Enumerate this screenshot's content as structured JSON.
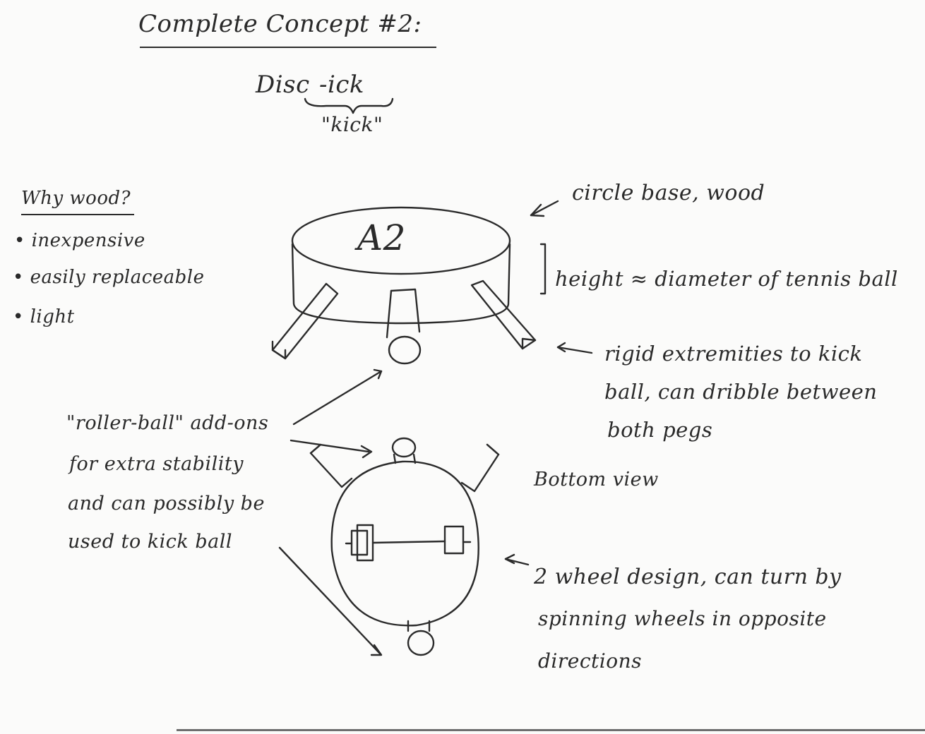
{
  "title": "Complete Concept #2:",
  "name": {
    "main": "Disc-ick",
    "part_prefix": "Disc",
    "part_suffix": "-ick",
    "pronunciation": "\"kick\""
  },
  "why_wood": {
    "heading": "Why wood?",
    "items": [
      "inexpensive",
      "easily replaceable",
      "light"
    ]
  },
  "top_view": {
    "disc_label": "A2"
  },
  "annotations": {
    "circle_base": "circle base, wood",
    "height": "height ≈ diameter of tennis ball",
    "extremities": [
      "rigid extremities to kick",
      "ball, can dribble between",
      "both pegs"
    ],
    "bottom_view": "Bottom view",
    "roller_ball": [
      "\"roller-ball\" add-ons",
      "for extra stability",
      "and can possibly be",
      "used to kick ball"
    ],
    "wheel_design": [
      "2 wheel design, can turn by",
      "spinning wheels in opposite",
      "directions"
    ]
  }
}
